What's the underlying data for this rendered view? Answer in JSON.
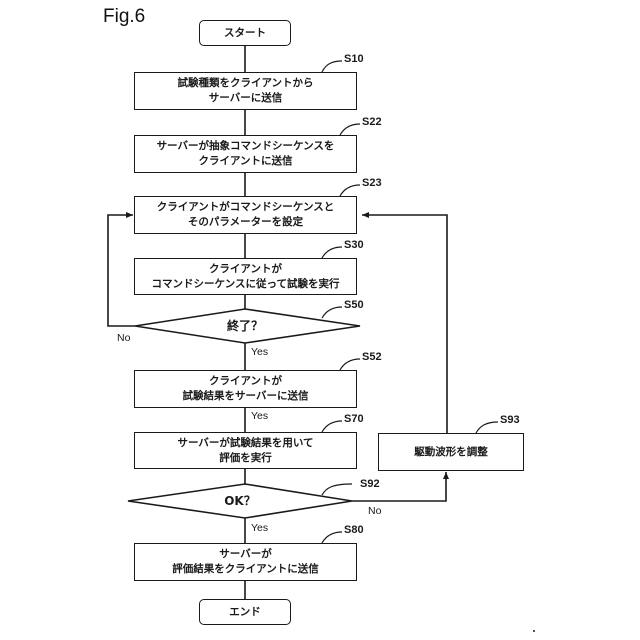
{
  "figure": {
    "title": "Fig.6",
    "start": "スタート",
    "end": "エンド",
    "steps": {
      "S10": {
        "id": "S10",
        "text": "試験種類をクライアントから\nサーバーに送信"
      },
      "S22": {
        "id": "S22",
        "text": "サーバーが抽象コマンドシーケンスを\nクライアントに送信"
      },
      "S23": {
        "id": "S23",
        "text": "クライアントがコマンドシーケンスと\nそのパラメーターを設定"
      },
      "S30": {
        "id": "S30",
        "text": "クライアントが\nコマンドシーケンスに従って試験を実行"
      },
      "S52": {
        "id": "S52",
        "text": "クライアントが\n試験結果をサーバーに送信"
      },
      "S70": {
        "id": "S70",
        "text": "サーバーが試験結果を用いて\n評価を実行"
      },
      "S80": {
        "id": "S80",
        "text": "サーバーが\n評価結果をクライアントに送信"
      },
      "S93": {
        "id": "S93",
        "text": "駆動波形を調整"
      }
    },
    "decisions": {
      "S50": {
        "id": "S50",
        "text": "終了？",
        "yes": "Yes",
        "no": "No"
      },
      "S92": {
        "id": "S92",
        "text": "OK？",
        "yes": "Yes",
        "no": "No"
      }
    },
    "edge_labels": {
      "s52_to_s70": "Yes"
    }
  }
}
